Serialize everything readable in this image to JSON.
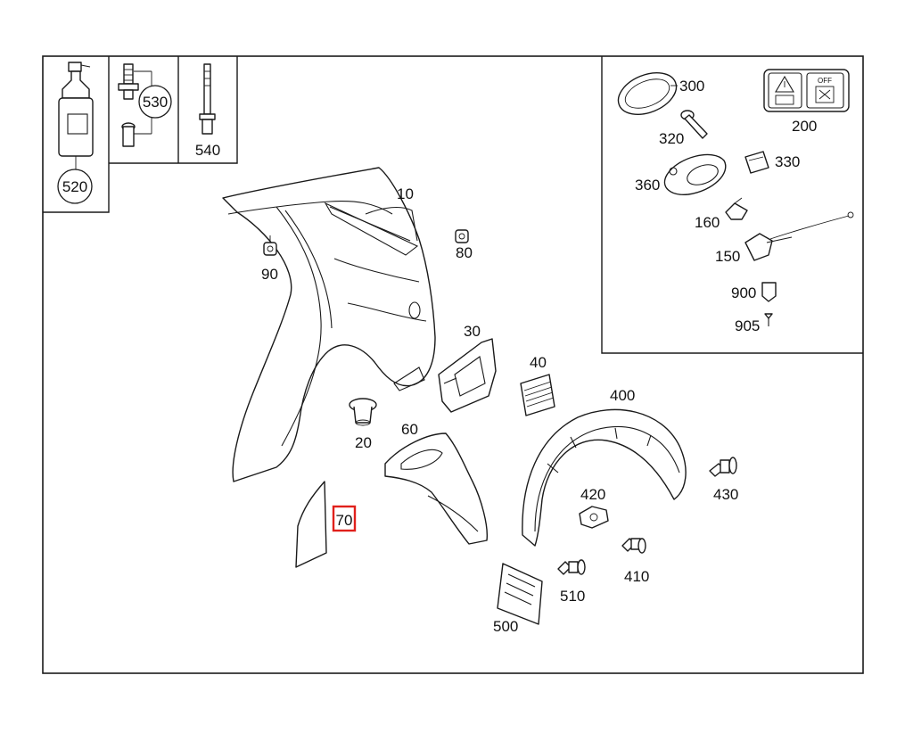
{
  "labels": {
    "p10": "10",
    "p20": "20",
    "p30": "30",
    "p40": "40",
    "p60": "60",
    "p70": "70",
    "p80": "80",
    "p90": "90",
    "p150": "150",
    "p160": "160",
    "p200": "200",
    "p300": "300",
    "p320": "320",
    "p330": "330",
    "p360": "360",
    "p400": "400",
    "p410": "410",
    "p420": "420",
    "p430": "430",
    "p500": "500",
    "p510": "510",
    "p520": "520",
    "p530": "530",
    "p540": "540",
    "p900": "900",
    "p905": "905"
  },
  "sign_text": {
    "off": "OFF"
  },
  "highlight": {
    "part": "70",
    "color": "#e0201b"
  }
}
